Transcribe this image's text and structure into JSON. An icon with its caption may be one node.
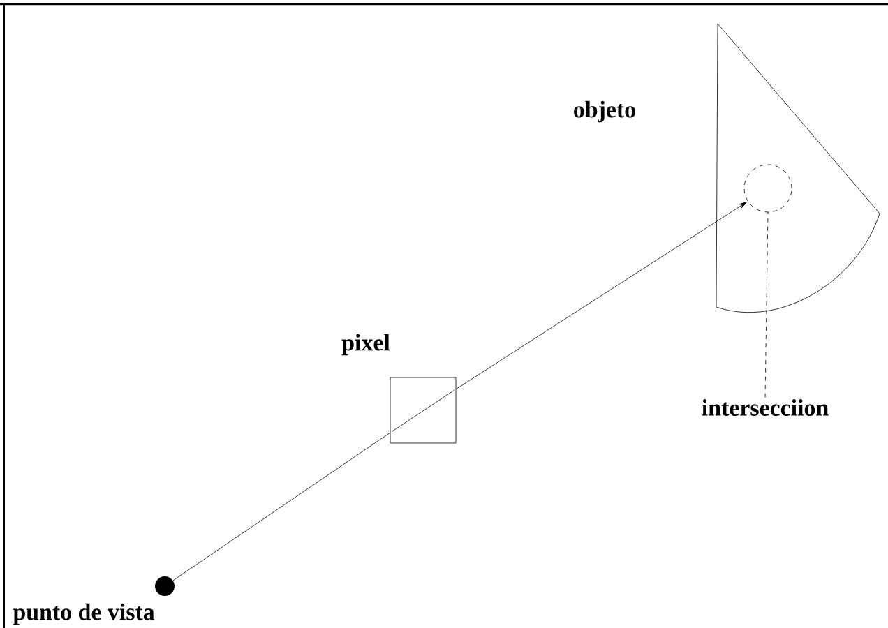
{
  "diagram": {
    "nodes": [
      {
        "text": [],
        "shape": "circle",
        "beside": [
          "punto de vista"
        ]
      },
      {
        "text": [],
        "shape": "box",
        "beside": [
          "pixel"
        ]
      },
      {
        "text": [],
        "shape": "cone",
        "beside": [
          "objeto"
        ]
      },
      {
        "text": [],
        "shape": "circle",
        "in": 2
      },
      {
        "text": [
          "intersecciion"
        ]
      }
    ],
    "edges": [
      {
        "from": 0,
        "to": 1,
        "arrow": "none"
      },
      {
        "from": 1,
        "to": 3,
        "arrow": "to"
      },
      {
        "from": 4,
        "to": 3,
        "arrow": "none",
        "style": "dashed"
      }
    ]
  }
}
